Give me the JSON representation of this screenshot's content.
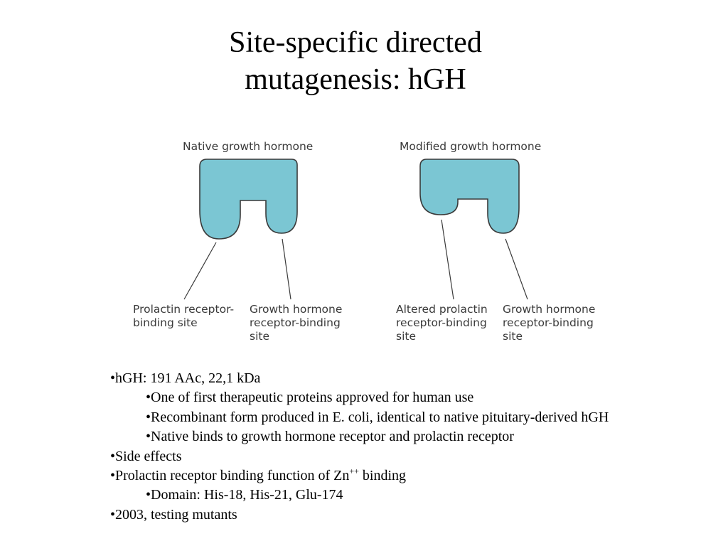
{
  "slide": {
    "title_line1": "Site-specific directed",
    "title_line2": "mutagenesis:  hGH"
  },
  "diagram": {
    "native": {
      "header": "Native growth hormone",
      "left_label": [
        "Prolactin receptor-",
        "binding site"
      ],
      "right_label": [
        "Growth hormone",
        "receptor-binding",
        "site"
      ]
    },
    "modified": {
      "header": "Modified growth hormone",
      "left_label": [
        "Altered prolactin",
        "receptor-binding",
        "site"
      ],
      "right_label": [
        "Growth hormone",
        "receptor-binding",
        "site"
      ]
    },
    "colors": {
      "shape_fill": "#7bc6d3",
      "shape_stroke": "#3a3a3a"
    }
  },
  "bullets": {
    "b1": "•hGH:  191 AAc, 22,1 kDa",
    "b1_1": "•One of first therapeutic proteins approved for human use",
    "b1_2": "•Recombinant form produced in E. coli, identical to native pituitary-derived hGH",
    "b1_3": "•Native binds to growth hormone receptor and prolactin receptor",
    "b2": "•Side effects",
    "b3_text": "•Prolactin receptor binding function of Zn",
    "b3_sup": "++",
    "b3_tail": " binding",
    "b3_1": "•Domain:  His-18, His-21, Glu-174",
    "b4": "•2003, testing mutants"
  }
}
